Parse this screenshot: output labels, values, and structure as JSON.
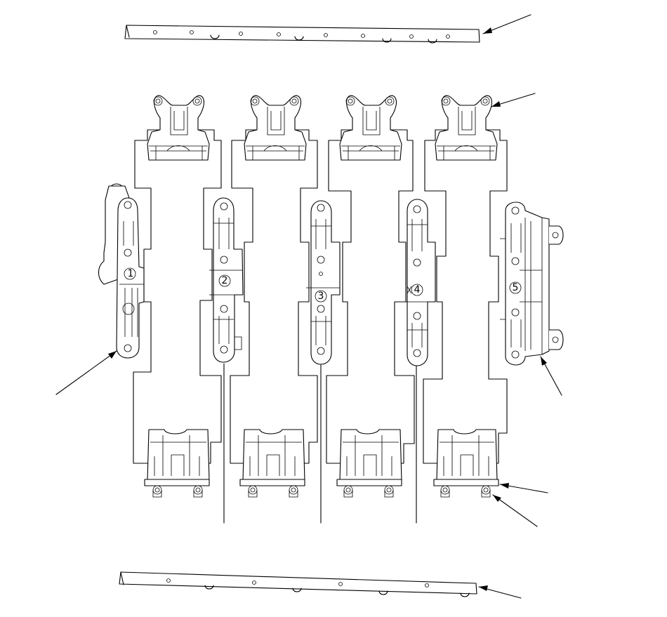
{
  "diagram": {
    "position_labels": [
      "1",
      "2",
      "3",
      "4",
      "5"
    ]
  }
}
